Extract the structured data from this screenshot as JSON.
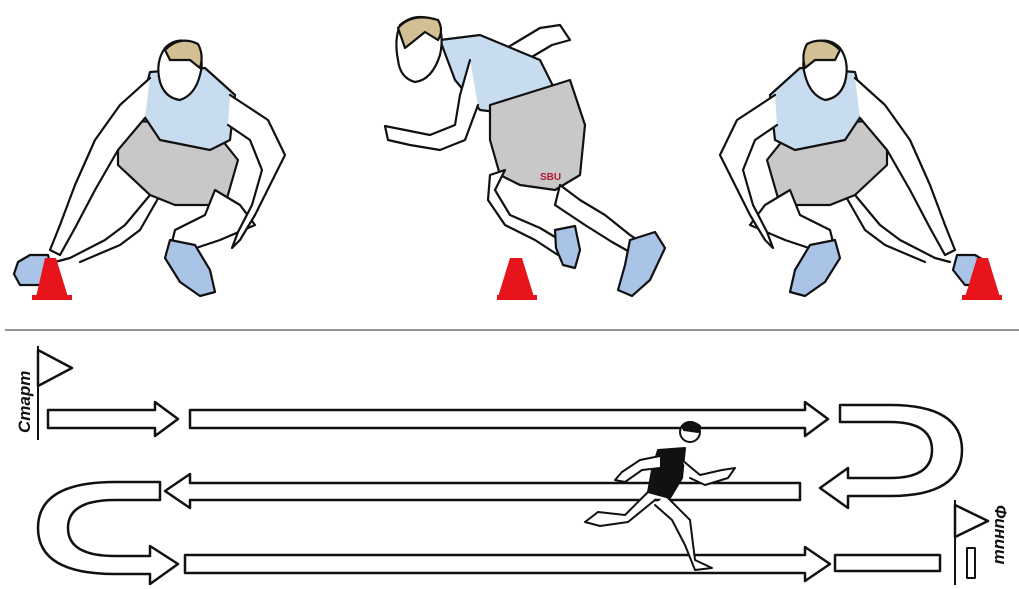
{
  "labels": {
    "start": "Старт",
    "finish": "Финиш"
  },
  "colors": {
    "cone": "#e8141b",
    "shirt": "#c7dcef",
    "shorts": "#c8c8c8",
    "shoe": "#a9c4e6",
    "skin": "#ffffff",
    "hair": "#d2bf94",
    "ink": "#111111"
  },
  "figures": {
    "top_row": [
      "athlete-touching-cone-left",
      "athlete-sprinting-center",
      "athlete-touching-cone-right"
    ],
    "bottom": "runner-silhouette"
  },
  "shorts_logo": "SBU"
}
